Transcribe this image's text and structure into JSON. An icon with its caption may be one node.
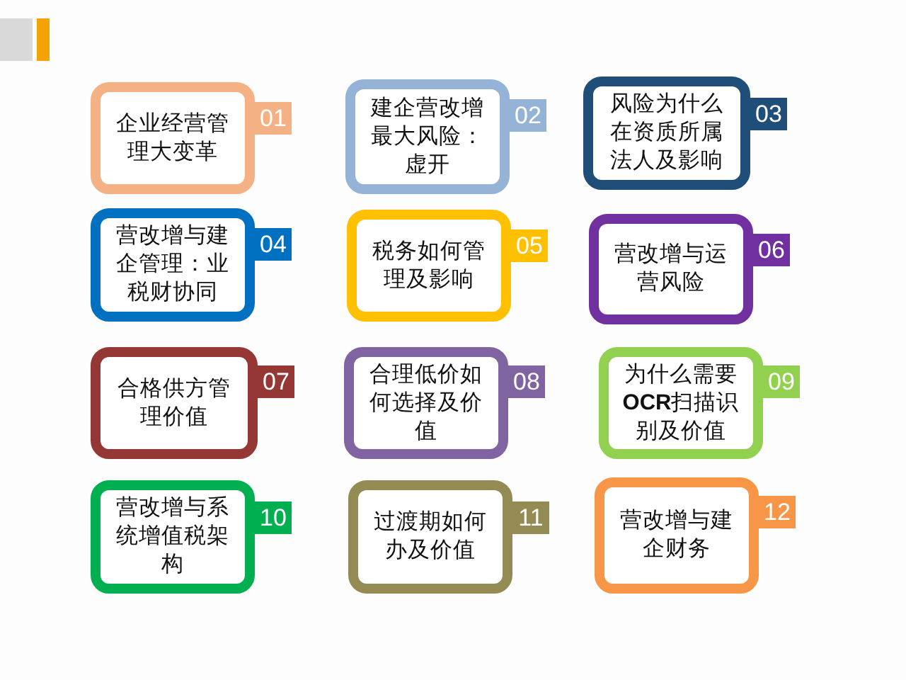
{
  "diagram": {
    "nodes": [
      {
        "text": [
          "企业经营管理大变革"
        ],
        "beside": [
          "01"
        ]
      },
      {
        "text": [
          "建企营改增最大风险：虚开"
        ],
        "beside": [
          "02"
        ]
      },
      {
        "text": [
          "风险为什么在资质所属法人及影响"
        ],
        "beside": [
          "03"
        ]
      },
      {
        "text": [
          "营改增与建企管理：业税财协同"
        ],
        "beside": [
          "04"
        ]
      },
      {
        "text": [
          "税务如何管理及影响"
        ],
        "beside": [
          "05"
        ]
      },
      {
        "text": [
          "营改增与运营风险"
        ],
        "beside": [
          "06"
        ]
      },
      {
        "text": [
          "合格供方管理价值"
        ],
        "beside": [
          "07"
        ]
      },
      {
        "text": [
          "合理低价如何选择及价值"
        ],
        "beside": [
          "08"
        ]
      },
      {
        "text": [
          "为什么需要**OCR**扫描识别及价值"
        ],
        "beside": [
          "09"
        ]
      },
      {
        "text": [
          "营改增与系统增值税架构"
        ],
        "beside": [
          "10"
        ]
      },
      {
        "text": [
          "过渡期如何办及价值"
        ],
        "beside": [
          "11"
        ]
      },
      {
        "text": [
          "营改增与建企财务"
        ],
        "beside": [
          "12"
        ]
      }
    ]
  }
}
